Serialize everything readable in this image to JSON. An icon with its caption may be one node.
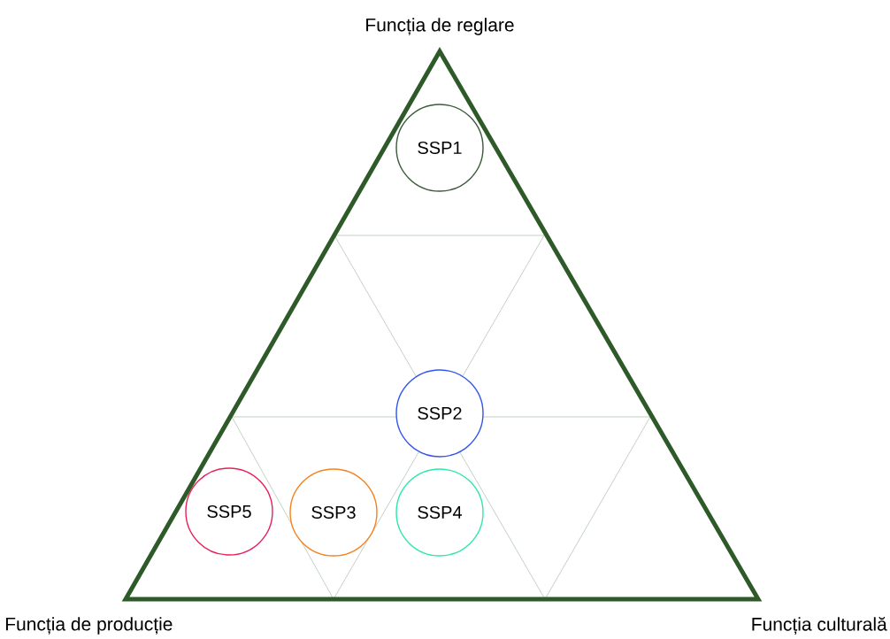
{
  "diagram": {
    "nodes": [
      {
        "text": [
          "Funcția de reglare",
          "Funcția de producție",
          "Funcția culturală"
        ]
      },
      {
        "text": [
          "SSP1"
        ],
        "in": 0
      },
      {
        "text": [
          "SSP2"
        ],
        "in": 0
      },
      {
        "text": [
          "SSP5"
        ],
        "in": 0
      },
      {
        "text": [
          "SSP3"
        ],
        "in": 0
      },
      {
        "text": [
          "SSP4"
        ],
        "in": 0
      }
    ]
  }
}
